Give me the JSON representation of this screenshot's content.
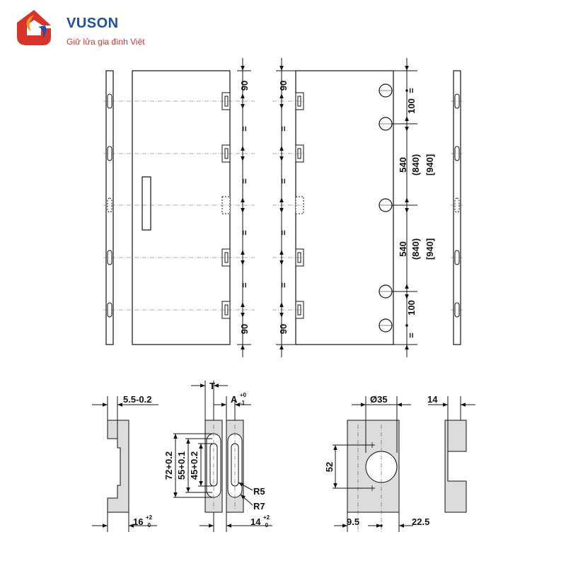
{
  "brand": {
    "name": "VUSON",
    "tagline": "Giữ lửa gia đình Việt",
    "colors": {
      "blue": "#1f4fa8",
      "red": "#d8342c",
      "orange": "#f29a1f"
    }
  },
  "colors": {
    "line": "#111111",
    "part_fill": "#dcdcdc",
    "centerline": "#555555"
  },
  "top_view": {
    "left_dims": [
      "90",
      "=",
      "=",
      "=",
      "=",
      "90"
    ],
    "right_dims": [
      "=",
      "100",
      "540",
      "(840)",
      "[940]",
      "540",
      "(840)",
      "[940]",
      "100",
      "="
    ]
  },
  "details": {
    "side_thickness": "5.5-0.2",
    "side_bottom": "16",
    "side_bottom_tol_upper": "+2",
    "side_bottom_tol_lower": "-0",
    "slot_T": "T",
    "slot_A": "A",
    "slot_A_tol_upper": "+0",
    "slot_A_tol_lower": "-1",
    "slot_72": "72+0.2",
    "slot_55": "55+0.1",
    "slot_45": "45+0.2",
    "slot_R5": "R5",
    "slot_R7": "R7",
    "slot_bottom": "14",
    "slot_bottom_tol_upper": "+2",
    "slot_bottom_tol_lower": "-0",
    "hinge_diameter": "Ø35",
    "hinge_52": "52",
    "hinge_left": "9.5",
    "hinge_right": "22.5",
    "hinge_depth": "14"
  }
}
